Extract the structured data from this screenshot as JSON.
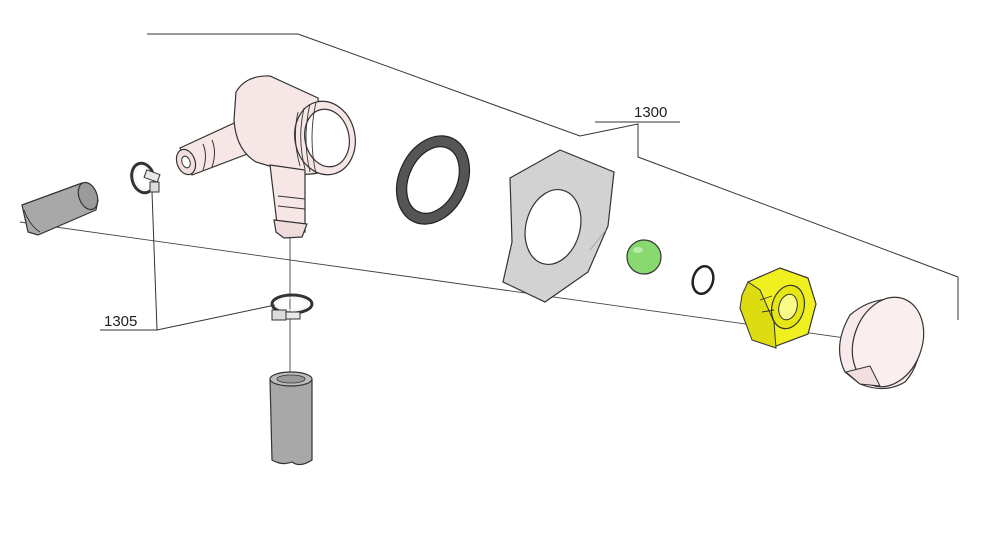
{
  "diagram": {
    "callouts": [
      {
        "id": "assembly",
        "label": "1300"
      },
      {
        "id": "clamps",
        "label": "1305"
      }
    ],
    "parts": [
      {
        "id": "hose-left",
        "kind": "hose"
      },
      {
        "id": "clamp-upper",
        "kind": "hose-clamp"
      },
      {
        "id": "valve-body",
        "kind": "threaded-tee-body"
      },
      {
        "id": "clamp-lower",
        "kind": "hose-clamp"
      },
      {
        "id": "hose-lower",
        "kind": "hose"
      },
      {
        "id": "gasket",
        "kind": "ring-gasket"
      },
      {
        "id": "plate",
        "kind": "mounting-plate"
      },
      {
        "id": "ball",
        "kind": "ball"
      },
      {
        "id": "o-ring",
        "kind": "o-ring"
      },
      {
        "id": "nut",
        "kind": "hex-nut"
      },
      {
        "id": "cap",
        "kind": "cap"
      }
    ],
    "colors": {
      "body": "#f6e6e6",
      "hose": "#a8a8a8",
      "gasket": "#555555",
      "plate": "#d2d2d2",
      "ball": "#88d870",
      "nut": "#f0f020",
      "cap": "#f8eaea",
      "line": "#333333"
    }
  }
}
